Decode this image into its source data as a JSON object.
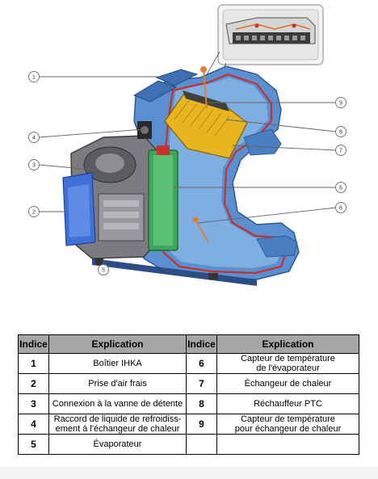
{
  "callouts": [
    "1",
    "2",
    "3",
    "4",
    "5",
    "6",
    "7",
    "8",
    "9"
  ],
  "table": {
    "headers": [
      "Indice",
      "Explication",
      "Indice",
      "Explication"
    ],
    "rows": [
      {
        "left_num": "1",
        "left_text": "Boîtier IHKA",
        "right_num": "6",
        "right_text_lines": [
          "Capteur de température",
          "de l'évaporateur"
        ]
      },
      {
        "left_num": "2",
        "left_text": "Prise d'air frais",
        "right_num": "7",
        "right_text_lines": [
          "Échangeur de chaleur"
        ]
      },
      {
        "left_num": "3",
        "left_text": "Connexion à la vanne de détente",
        "right_num": "8",
        "right_text_lines": [
          "Réchauffeur PTC"
        ]
      },
      {
        "left_num": "4",
        "left_text_lines": [
          "Raccord de liquide de refroidiss-",
          "ement à l'échangeur de chaleur"
        ],
        "right_num": "9",
        "right_text_lines": [
          "Capteur de température",
          "pour échangeur de chaleur"
        ]
      },
      {
        "left_num": "5",
        "left_text": "Évaporateur",
        "right_num": "",
        "right_text_lines": []
      }
    ]
  },
  "colors": {
    "housing_blue": "#5a8fd0",
    "housing_dark": "#2f5a98",
    "seal_red": "#c8302a",
    "heat_exchanger": "#e8b520",
    "evaporator_green": "#3fa65a",
    "blower_gray": "#7c7c80",
    "header_gray": "#a6a6a6"
  },
  "icons": [
    "hvac-unit-illustration",
    "sensor-detail-inset"
  ]
}
